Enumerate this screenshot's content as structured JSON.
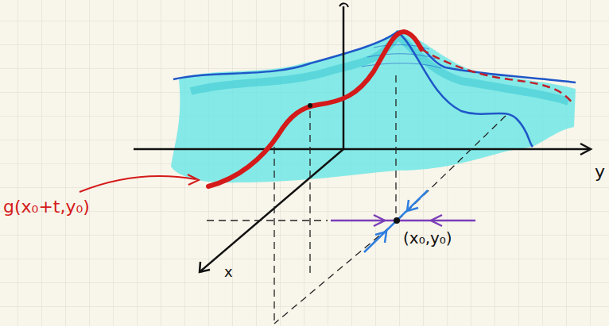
{
  "diagram": {
    "labels": [
      "g(x₀+t,y₀)",
      "(x₀,y₀)",
      "x",
      "y"
    ]
  }
}
